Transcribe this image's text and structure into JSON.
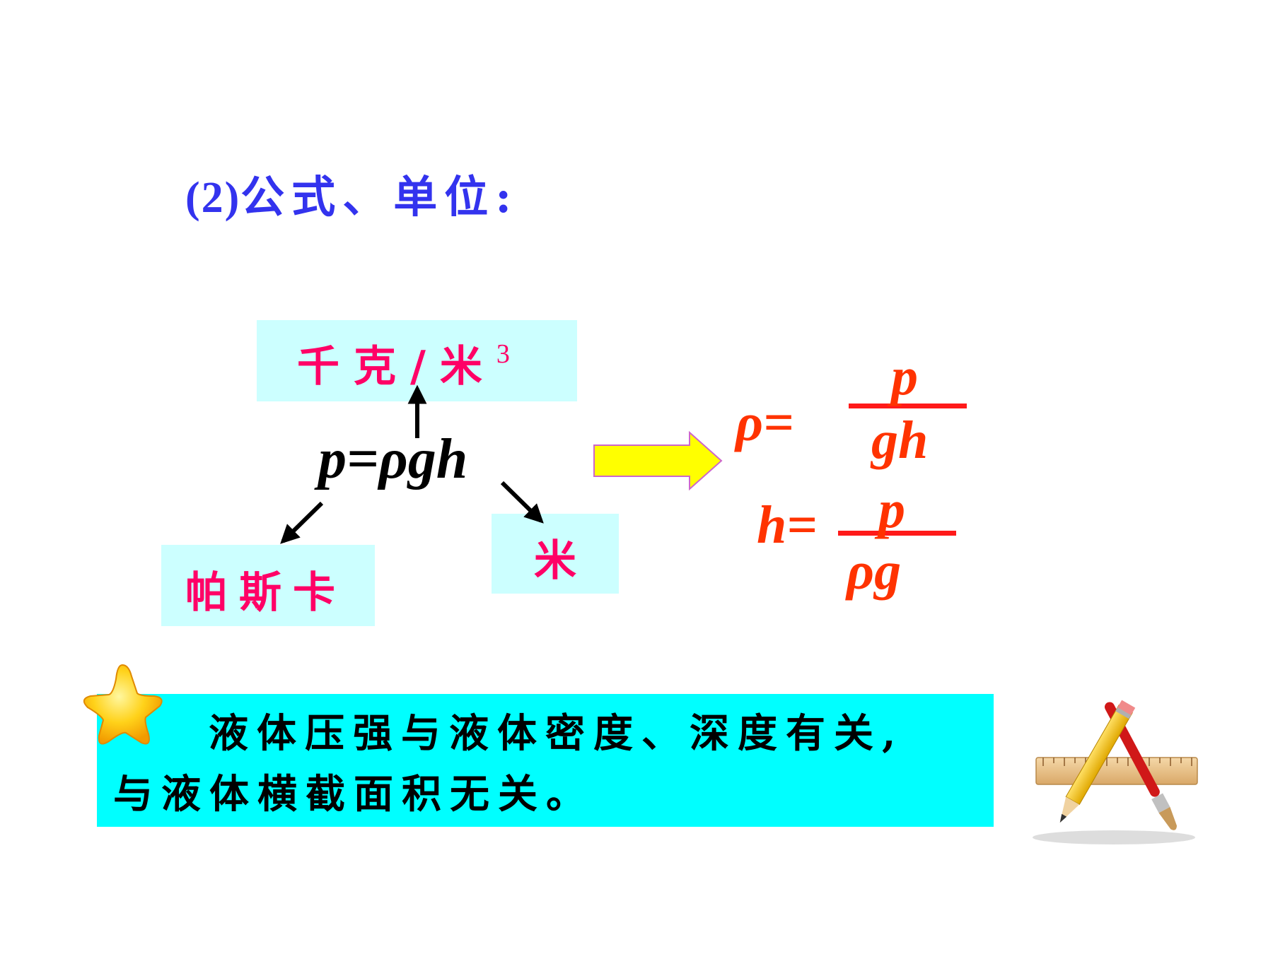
{
  "heading": {
    "number": "(2)",
    "text": "公式、单位:"
  },
  "units": {
    "density": {
      "text": "千克/米",
      "power": "3"
    },
    "pressure": "帕斯卡",
    "depth": "米"
  },
  "main_formula": "p=ρgh",
  "derived": {
    "rho": {
      "lhs": "ρ=",
      "numerator": "p",
      "denominator": "gh"
    },
    "h": {
      "lhs": "h=",
      "numerator": "p",
      "denominator": "ρg"
    }
  },
  "note": {
    "line1": "液体压强与液体密度、深度有关,",
    "line2": "与液体横截面积无关。"
  },
  "colors": {
    "heading": "#3333ee",
    "unit_text": "#ff0066",
    "unit_box": "#ccffff",
    "formula_red": "#ff3300",
    "note_box": "#00ffff",
    "arrow_fill": "#ffff00",
    "arrow_stroke": "#cc66cc"
  },
  "icons": [
    "star-icon",
    "pencil-ruler-brush-icon"
  ]
}
